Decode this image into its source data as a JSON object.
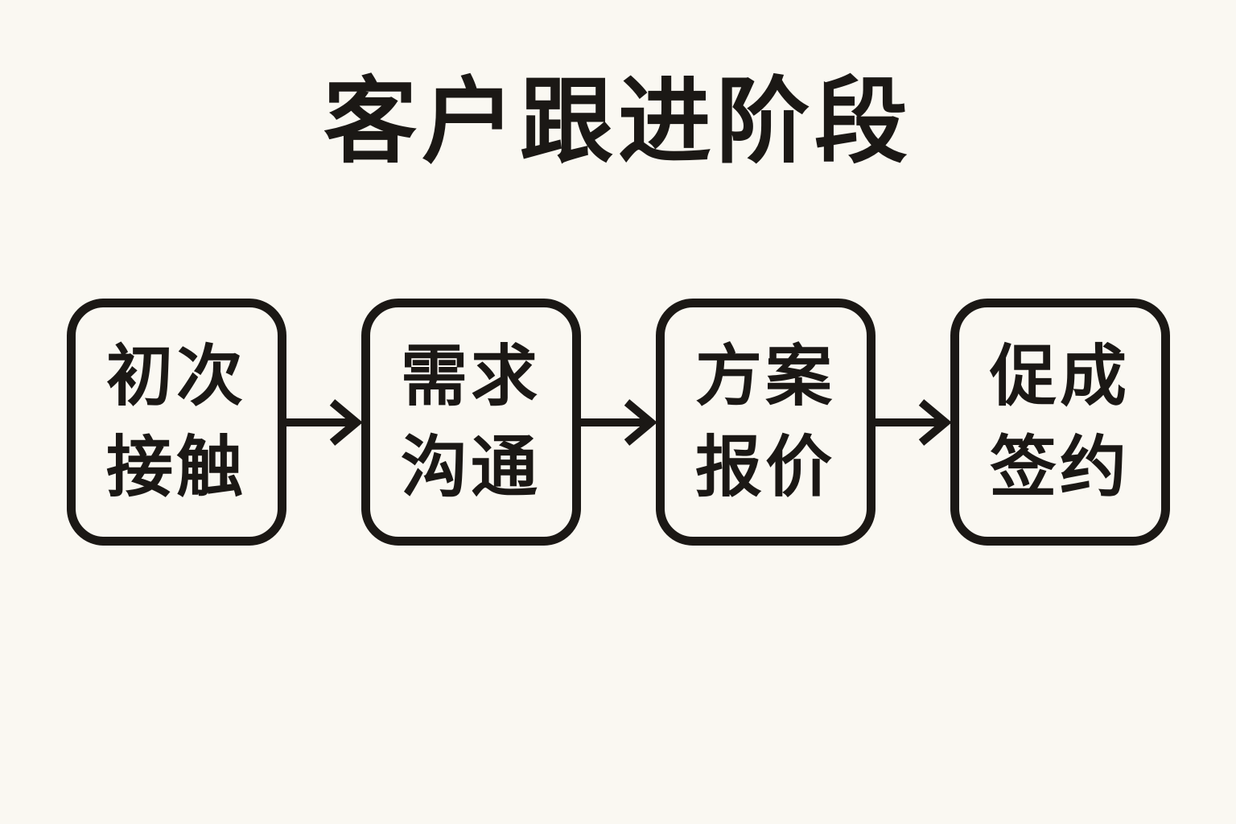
{
  "title": "客户跟进阶段",
  "colors": {
    "background": "#faf8f2",
    "ink": "#1b1815"
  },
  "flow": {
    "stages": [
      {
        "label": "初次接触",
        "line1": "初次",
        "line2": "接触"
      },
      {
        "label": "需求沟通",
        "line1": "需求",
        "line2": "沟通"
      },
      {
        "label": "方案报价",
        "line1": "方案",
        "line2": "报价"
      },
      {
        "label": "促成签约",
        "line1": "促成",
        "line2": "签约"
      }
    ],
    "connector": "arrow-right"
  }
}
